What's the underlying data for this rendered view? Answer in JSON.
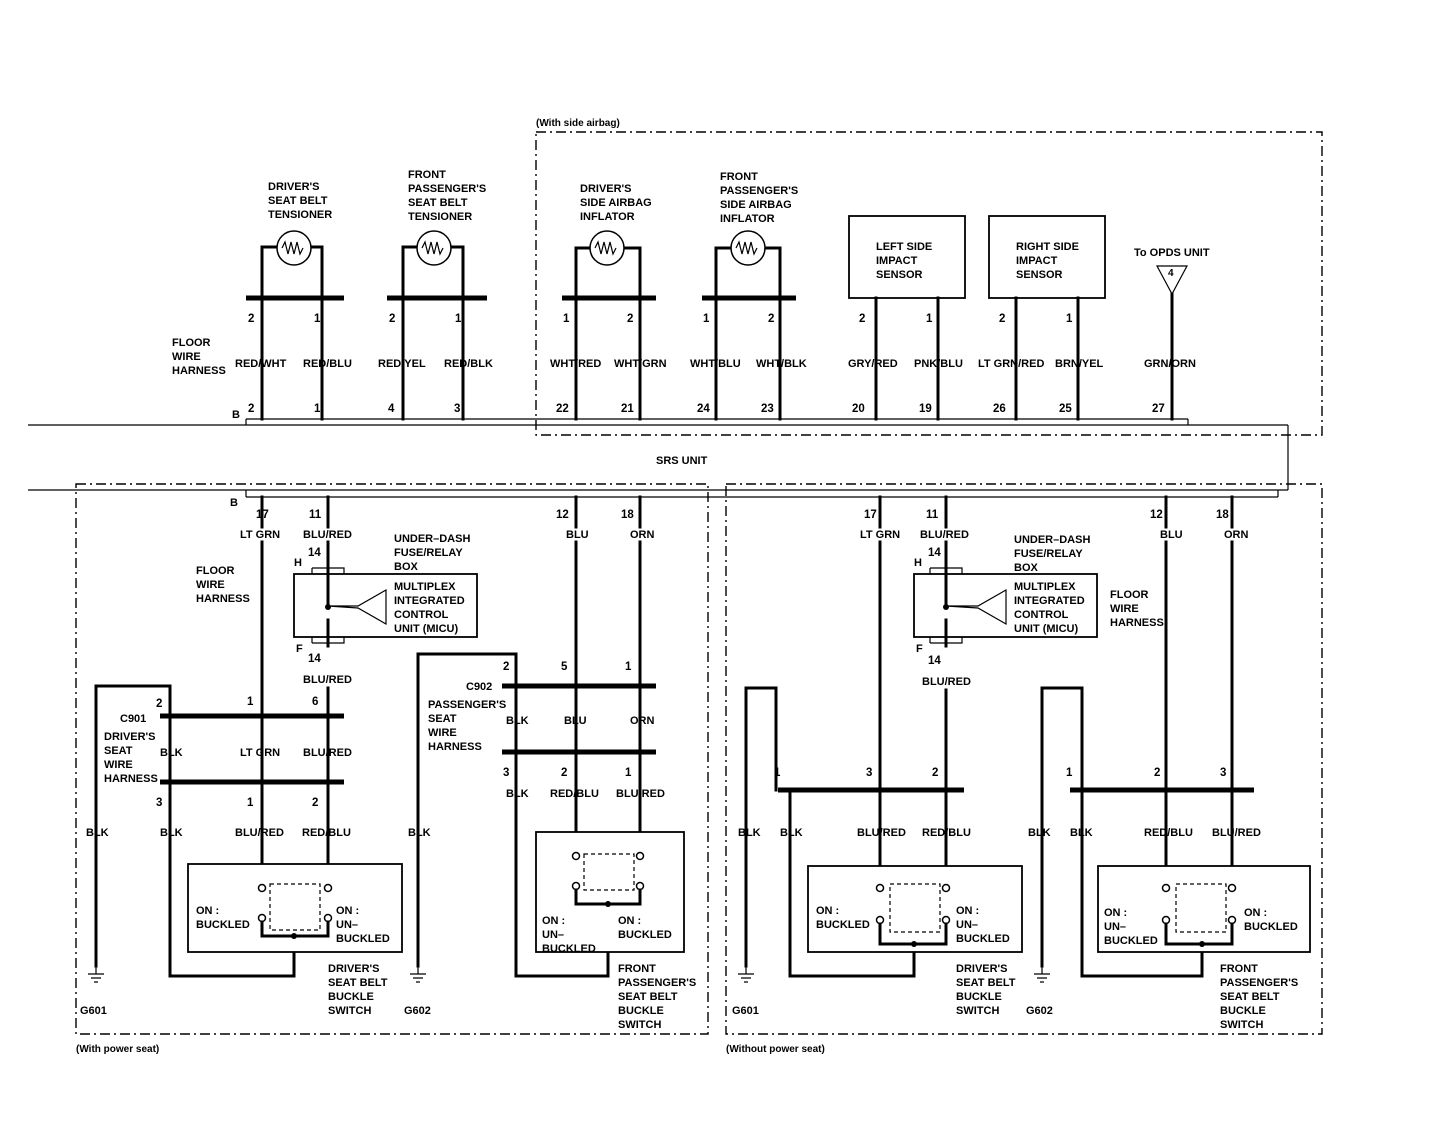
{
  "groups": {
    "side_airbag": "(With side airbag)",
    "power_seat": "(With power seat)",
    "no_power_seat": "(Without power seat)"
  },
  "srs_unit": "SRS UNIT",
  "top": {
    "harness": [
      "FLOOR",
      "WIRE",
      "HARNESS"
    ],
    "connector_letter": "B",
    "devices": {
      "drv_tensioner": [
        "DRIVER'S",
        "SEAT BELT",
        "TENSIONER"
      ],
      "pass_tensioner": [
        "FRONT",
        "PASSENGER'S",
        "SEAT BELT",
        "TENSIONER"
      ],
      "drv_airbag": [
        "DRIVER'S",
        "SIDE AIRBAG",
        "INFLATOR"
      ],
      "pass_airbag": [
        "FRONT",
        "PASSENGER'S",
        "SIDE AIRBAG",
        "INFLATOR"
      ],
      "left_sensor": [
        "LEFT SIDE",
        "IMPACT",
        "SENSOR"
      ],
      "right_sensor": [
        "RIGHT SIDE",
        "IMPACT",
        "SENSOR"
      ],
      "opds": [
        "To OPDS UNIT"
      ],
      "opds_pin": "4"
    },
    "wires": [
      {
        "dev_pin": "2",
        "color": "RED/WHT",
        "srs_pin": "2"
      },
      {
        "dev_pin": "1",
        "color": "RED/BLU",
        "srs_pin": "1"
      },
      {
        "dev_pin": "2",
        "color": "RED/YEL",
        "srs_pin": "4"
      },
      {
        "dev_pin": "1",
        "color": "RED/BLK",
        "srs_pin": "3"
      },
      {
        "dev_pin": "1",
        "color": "WHT/RED",
        "srs_pin": "22"
      },
      {
        "dev_pin": "2",
        "color": "WHT/GRN",
        "srs_pin": "21"
      },
      {
        "dev_pin": "1",
        "color": "WHT/BLU",
        "srs_pin": "24"
      },
      {
        "dev_pin": "2",
        "color": "WHT/BLK",
        "srs_pin": "23"
      },
      {
        "dev_pin": "2",
        "color": "GRY/RED",
        "srs_pin": "20"
      },
      {
        "dev_pin": "1",
        "color": "PNK/BLU",
        "srs_pin": "19"
      },
      {
        "dev_pin": "2",
        "color": "LT GRN/RED",
        "srs_pin": "26"
      },
      {
        "dev_pin": "1",
        "color": "BRN/YEL",
        "srs_pin": "25"
      },
      {
        "dev_pin": "",
        "color": "GRN/ORN",
        "srs_pin": "27"
      }
    ]
  },
  "left": {
    "connector_letter": "B",
    "srs_wires": [
      {
        "pin": "17",
        "color": "LT GRN"
      },
      {
        "pin": "11",
        "color": "BLU/RED"
      },
      {
        "pin": "12",
        "color": "BLU"
      },
      {
        "pin": "18",
        "color": "ORN"
      }
    ],
    "harness": [
      "FLOOR",
      "WIRE",
      "HARNESS"
    ],
    "fuse_box": [
      "UNDER–DASH",
      "FUSE/RELAY",
      "BOX"
    ],
    "micu": [
      "MULTIPLEX",
      "INTEGRATED",
      "CONTROL",
      "UNIT (MICU)"
    ],
    "micu_h": "H",
    "micu_h_pin": "14",
    "micu_f": "F",
    "micu_f_pin": "14",
    "micu_out_color": "BLU/RED",
    "c901": "C901",
    "c901_harness": [
      "DRIVER'S",
      "SEAT",
      "WIRE",
      "HARNESS"
    ],
    "c901_pins_top": [
      "2",
      "1",
      "6"
    ],
    "c901_mid": [
      "BLK",
      "LT GRN",
      "BLU/RED"
    ],
    "c901_pins_bot": [
      "3",
      "1",
      "2"
    ],
    "c901_out": [
      "BLK",
      "BLU/RED",
      "RED/BLU"
    ],
    "blk_ground": "BLK",
    "c902": "C902",
    "c902_harness": [
      "PASSENGER'S",
      "SEAT",
      "WIRE",
      "HARNESS"
    ],
    "c902_pins_top": [
      "2",
      "5",
      "1"
    ],
    "c902_mid": [
      "BLK",
      "BLU",
      "ORN"
    ],
    "c902_pins_bot": [
      "3",
      "2",
      "1"
    ],
    "c902_out": [
      "BLK",
      "RED/BLU",
      "BLU/RED"
    ],
    "blk_ground2": "BLK",
    "drv_switch_on_buckled": [
      "ON :",
      "BUCKLED"
    ],
    "drv_switch_on_unbuckled": [
      "ON :",
      "UN–",
      "BUCKLED"
    ],
    "drv_switch": [
      "DRIVER'S",
      "SEAT BELT",
      "BUCKLE",
      "SWITCH"
    ],
    "pass_switch_on_unbuckled": [
      "ON :",
      "UN–",
      "BUCKLED"
    ],
    "pass_switch_on_buckled": [
      "ON :",
      "BUCKLED"
    ],
    "pass_switch": [
      "FRONT",
      "PASSENGER'S",
      "SEAT BELT",
      "BUCKLE",
      "SWITCH"
    ],
    "g601": "G601",
    "g602": "G602"
  },
  "right": {
    "srs_wires": [
      {
        "pin": "17",
        "color": "LT GRN"
      },
      {
        "pin": "11",
        "color": "BLU/RED"
      },
      {
        "pin": "12",
        "color": "BLU"
      },
      {
        "pin": "18",
        "color": "ORN"
      }
    ],
    "fuse_box": [
      "UNDER–DASH",
      "FUSE/RELAY",
      "BOX"
    ],
    "micu": [
      "MULTIPLEX",
      "INTEGRATED",
      "CONTROL",
      "UNIT (MICU)"
    ],
    "micu_h": "H",
    "micu_h_pin": "14",
    "micu_f": "F",
    "micu_f_pin": "14",
    "micu_out_color": "BLU/RED",
    "harness": [
      "FLOOR",
      "WIRE",
      "HARNESS"
    ],
    "drv_pins": [
      "1",
      "3",
      "2"
    ],
    "drv_out": [
      "BLK",
      "BLK",
      "BLU/RED",
      "RED/BLU"
    ],
    "pass_pins": [
      "1",
      "2",
      "3"
    ],
    "pass_out": [
      "BLK",
      "BLK",
      "RED/BLU",
      "BLU/RED"
    ],
    "drv_switch_on_buckled": [
      "ON :",
      "BUCKLED"
    ],
    "drv_switch_on_unbuckled": [
      "ON :",
      "UN–",
      "BUCKLED"
    ],
    "drv_switch": [
      "DRIVER'S",
      "SEAT BELT",
      "BUCKLE",
      "SWITCH"
    ],
    "pass_switch_on_unbuckled": [
      "ON :",
      "UN–",
      "BUCKLED"
    ],
    "pass_switch_on_buckled": [
      "ON :",
      "BUCKLED"
    ],
    "pass_switch": [
      "FRONT",
      "PASSENGER'S",
      "SEAT BELT",
      "BUCKLE",
      "SWITCH"
    ],
    "g601": "G601",
    "g602": "G602"
  }
}
